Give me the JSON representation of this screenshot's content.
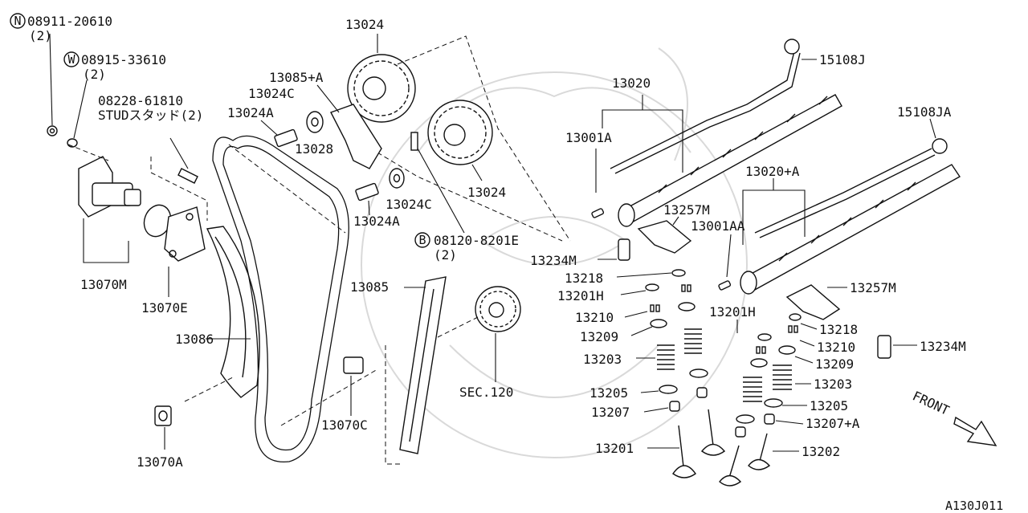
{
  "labels": {
    "n_08911": "08911-20610",
    "n_08911_qty": "(2)",
    "w_08915": "08915-33610",
    "w_08915_qty": "(2)",
    "stud_num": "08228-61810",
    "stud_text": "STUDスタッド(2)",
    "l13024_top": "13024",
    "l13085A": "13085+A",
    "l13024C_a": "13024C",
    "l13024A_a": "13024A",
    "l13028": "13028",
    "l13024_mid": "13024",
    "l13024C_b": "13024C",
    "l13024A_b": "13024A",
    "b_08120": "08120-8201E",
    "b_08120_qty": "(2)",
    "l13070M": "13070M",
    "l13070E": "13070E",
    "l13086": "13086",
    "l13085": "13085",
    "l13070C": "13070C",
    "l13070A": "13070A",
    "sec120": "SEC.120",
    "l13020": "13020",
    "l13001A": "13001A",
    "l15108J": "15108J",
    "l15108JA": "15108JA",
    "l13020A": "13020+A",
    "l13257M_a": "13257M",
    "l13001AA": "13001AA",
    "l13234M_a": "13234M",
    "l13218_a": "13218",
    "l13201H_a": "13201H",
    "l13210_a": "13210",
    "l13209_a": "13209",
    "l13203_a": "13203",
    "l13205_a": "13205",
    "l13207": "13207",
    "l13201": "13201",
    "l13257M_b": "13257M",
    "l13201H_b": "13201H",
    "l13218_b": "13218",
    "l13210_b": "13210",
    "l13234M_b": "13234M",
    "l13209_b": "13209",
    "l13203_b": "13203",
    "l13205_b": "13205",
    "l13207A": "13207+A",
    "l13202": "13202",
    "front": "FRONT",
    "code": "A130J011"
  },
  "symbols": {
    "n": "N",
    "w": "W",
    "b": "B"
  }
}
